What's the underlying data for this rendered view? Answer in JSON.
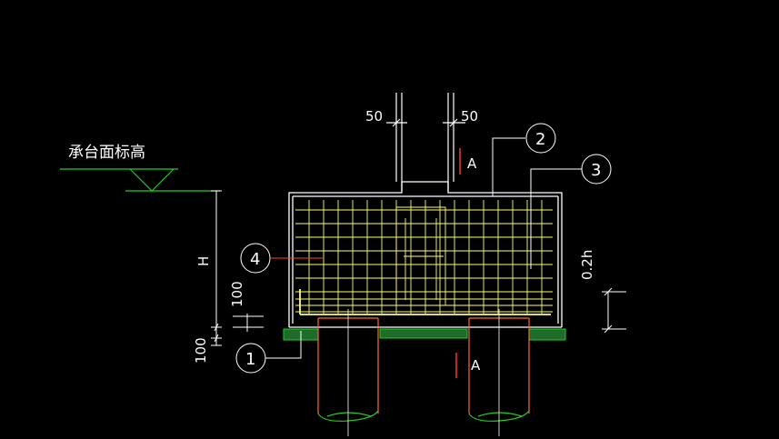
{
  "elevation_label": "承台面标高",
  "dims": {
    "left_offset": "50",
    "right_offset": "50",
    "height": "H",
    "cover_100_a": "100",
    "cover_100_b": "100",
    "ratio": "0.2h"
  },
  "section": {
    "top": "A",
    "bottom": "A"
  },
  "callouts": {
    "c1": "1",
    "c2": "2",
    "c3": "3",
    "c4": "4"
  },
  "colors": {
    "outline": "#ffffff",
    "rebar": "#ffff66",
    "grade_line": "#22cc22",
    "pile": "#ff6633",
    "section_mark": "#ff3333",
    "leader_red": "#ff4422"
  }
}
